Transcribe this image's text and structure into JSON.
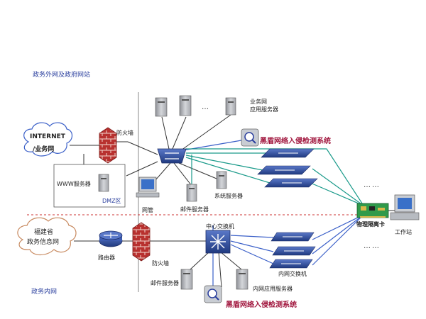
{
  "zones": {
    "external": "政务外网及政府网站",
    "internal": "政务内网",
    "dmz": "DMZ区"
  },
  "clouds": {
    "internet_line1": "INTERNET",
    "internet_line2": "/业务网",
    "fujian_line1": "福建省",
    "fujian_line2": "政务信息网"
  },
  "devices": {
    "firewall_top": "防火墙",
    "firewall_bottom": "防火墙",
    "www_server": "WWW服务器",
    "business_app_server_line1": "业务网",
    "business_app_server_line2": "应用服务器",
    "ids_top": "黑盾网络入侵检测系统",
    "ids_bottom": "黑盾网络入侵检测系统",
    "system_server": "系统服务器",
    "mail_server_top": "邮件服务器",
    "mail_server_bottom": "邮件服务器",
    "management": "网管",
    "core_switch": "中心交换机",
    "router": "路由器",
    "internal_switch": "内网交换机",
    "internal_app_server": "内网应用服务器",
    "isolation_card": "物理隔离卡",
    "workstation": "工作站"
  },
  "ellipsis": {
    "top_servers": "…",
    "right_top": "……",
    "right_bottom": "……"
  },
  "colors": {
    "zone_text": "#2a3f9e",
    "ids_text": "#a0143c",
    "teal_line": "#1a9a8a",
    "blue_line": "#3a5fc8",
    "divider": "#cc3333",
    "firewall": "#b8312f",
    "switch": "#2e4c9c"
  }
}
